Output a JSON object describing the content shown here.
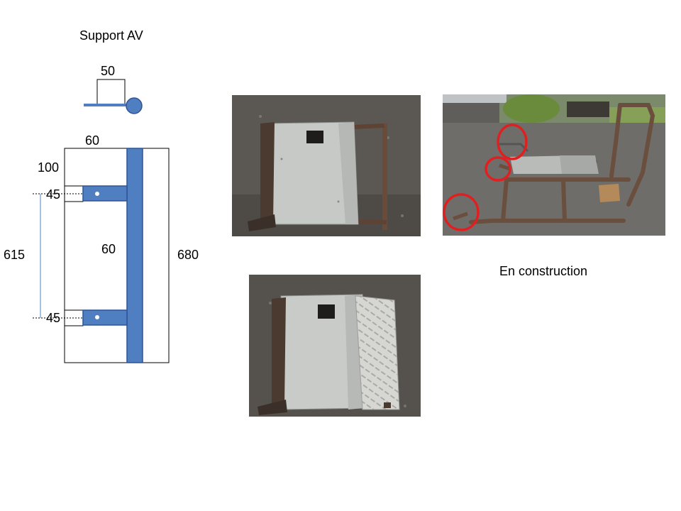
{
  "slide": {
    "title": "Support AV",
    "caption": "En construction"
  },
  "dimensions": {
    "top_width": "50",
    "width": "60",
    "offset_top": "100",
    "tab_upper": "45",
    "tab_lower": "45",
    "hole_spacing": "615",
    "bar_width": "60",
    "total_height": "680"
  },
  "colors": {
    "steel_blue": "#4f7fc0",
    "outline_blue": "#2f5496",
    "highlight_red": "#e02020",
    "asphalt": "#55524e",
    "aluminium": "#c9cbc8"
  }
}
